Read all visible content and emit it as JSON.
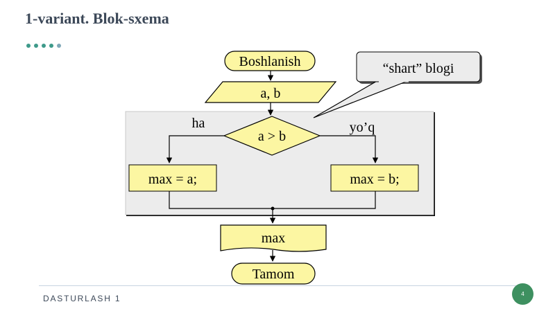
{
  "slide": {
    "title": "1-variant. Blok-sxema",
    "footer": "DASTURLASH 1",
    "page_number": "4",
    "dot_colors": [
      "#3e9a8a",
      "#3e9a8a",
      "#3e9a8a",
      "#3e9a8a",
      "#7fa8b8"
    ]
  },
  "flowchart": {
    "start_label": "Boshlanish",
    "input_label": "a, b",
    "condition_label": "a > b",
    "yes_label": "ha",
    "no_label": "yo’q",
    "yes_action_label": "max = a;",
    "no_action_label": "max = b;",
    "output_label": "max",
    "end_label": "Tamom",
    "callout_label": "“shart” blogi"
  },
  "colors": {
    "block_fill": "#fcf6a2",
    "region_fill": "#ececec",
    "callout_fill": "#ececec",
    "stroke": "#000000",
    "accent": "#3e9060"
  }
}
